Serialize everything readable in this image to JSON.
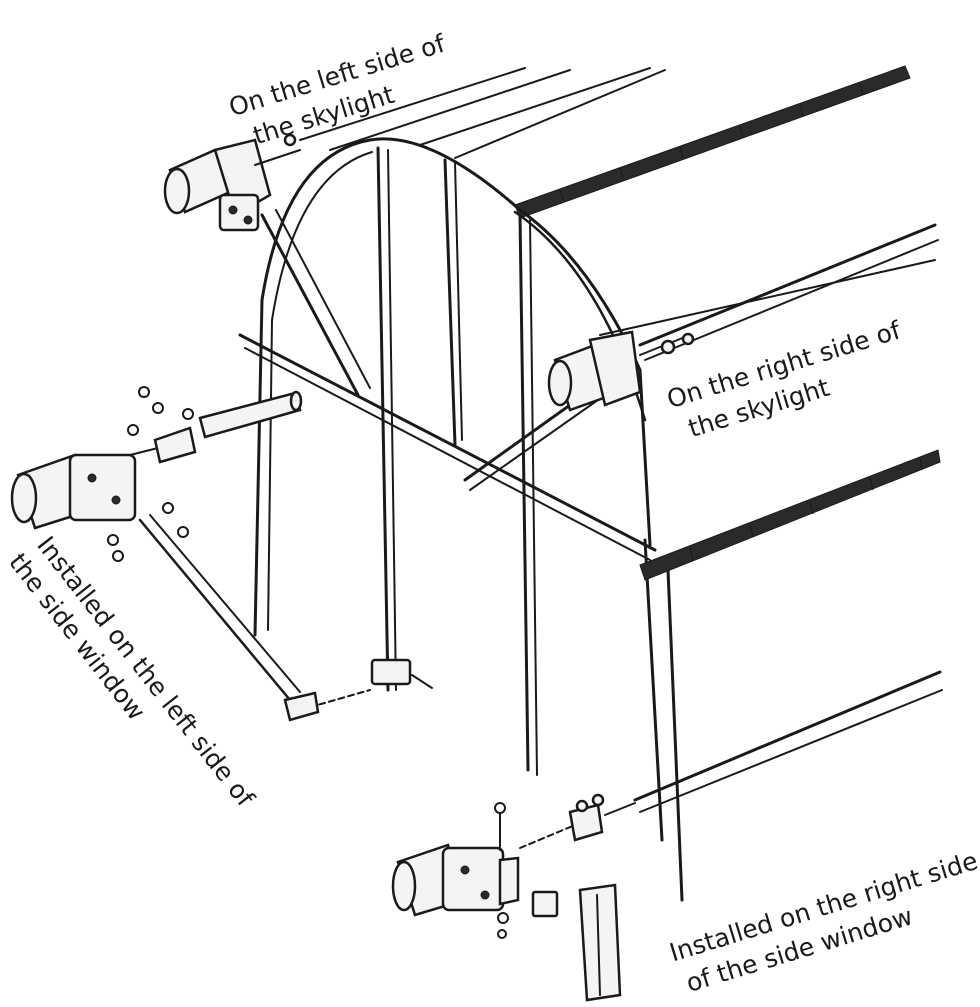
{
  "labels": {
    "left_skylight_line1": "On the left side of",
    "left_skylight_line2": "the skylight",
    "right_skylight_line1": "On the right side of",
    "right_skylight_line2": "the skylight",
    "left_side_window_line1": "Installed on the left side of",
    "left_side_window_line2": "the side window",
    "right_side_window_line1": "Installed on the  right side",
    "right_side_window_line2": "of the side window"
  },
  "colors": {
    "ink": "#1a1a1a",
    "background": "#ffffff"
  },
  "icons": [
    "motor-icon",
    "bolt-icon",
    "nut-icon",
    "clamp-icon"
  ]
}
